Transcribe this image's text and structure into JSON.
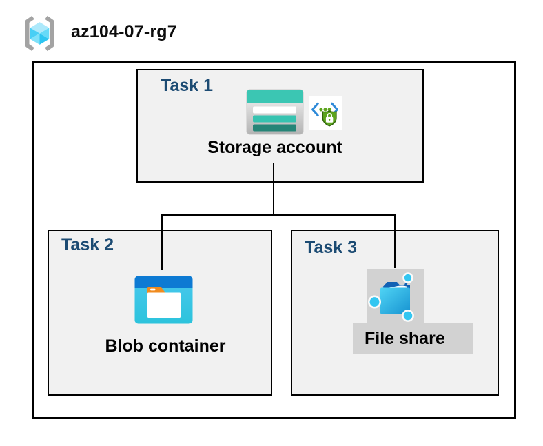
{
  "header": {
    "resource_group_name": "az104-07-rg7"
  },
  "diagram": {
    "tasks": [
      {
        "label": "Task 1",
        "entity": "Storage account"
      },
      {
        "label": "Task 2",
        "entity": "Blob container"
      },
      {
        "label": "Task 3",
        "entity": "File share"
      }
    ],
    "connections": [
      {
        "from": "Storage account",
        "to": "Blob container"
      },
      {
        "from": "Storage account",
        "to": "File share"
      }
    ]
  },
  "icons": {
    "resource_group": "resource-group-icon",
    "storage_account": "storage-account-icon",
    "secure_access": "code-brackets-shield-lock-icon",
    "blob_container": "blob-container-icon",
    "file_share": "file-share-icon"
  },
  "colors": {
    "task_label_navy": "#1C4B73",
    "task_box_fill": "#F1F1F1",
    "box_border": "#000000",
    "connector": "#000000",
    "storage_teal": "#3BC6B3",
    "storage_teal_dark": "#258577",
    "blob_header_blue": "#0D7AD3",
    "blob_body_cyan": "#3AC5E6",
    "folder_tab_orange": "#F08B1F",
    "shield_green": "#5CA41D",
    "code_bracket_blue": "#2E8AD8",
    "file_share_node_cyan": "#33C6F1",
    "file_share_dark_blue": "#1261B4",
    "icon_pad_gray": "#D2D2D2",
    "cube_light_blue": "#ADE9FB",
    "bracket_gray": "#A3A3A3"
  }
}
